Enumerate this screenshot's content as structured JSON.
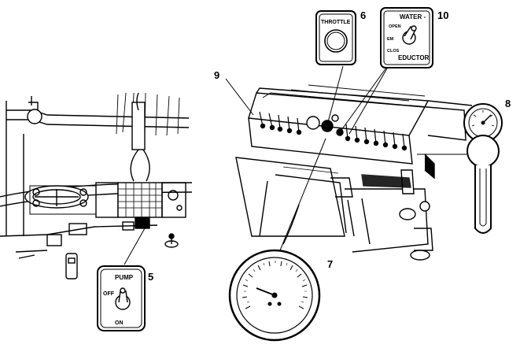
{
  "callouts": {
    "c5": "5",
    "c6": "6",
    "c7": "7",
    "c8": "8",
    "c9": "9",
    "c10": "10"
  },
  "panels": {
    "pump": {
      "title": "PUMP",
      "off": "OFF",
      "on": "ON"
    },
    "throttle": {
      "title": "THROTTLE"
    },
    "water_eductor": {
      "title": "WATER -",
      "open": "OPEN",
      "em": "EM",
      "close": "CLOS",
      "eductor": "EDUCTOR"
    }
  },
  "colors": {
    "ink": "#000000",
    "paper": "#ffffff"
  }
}
